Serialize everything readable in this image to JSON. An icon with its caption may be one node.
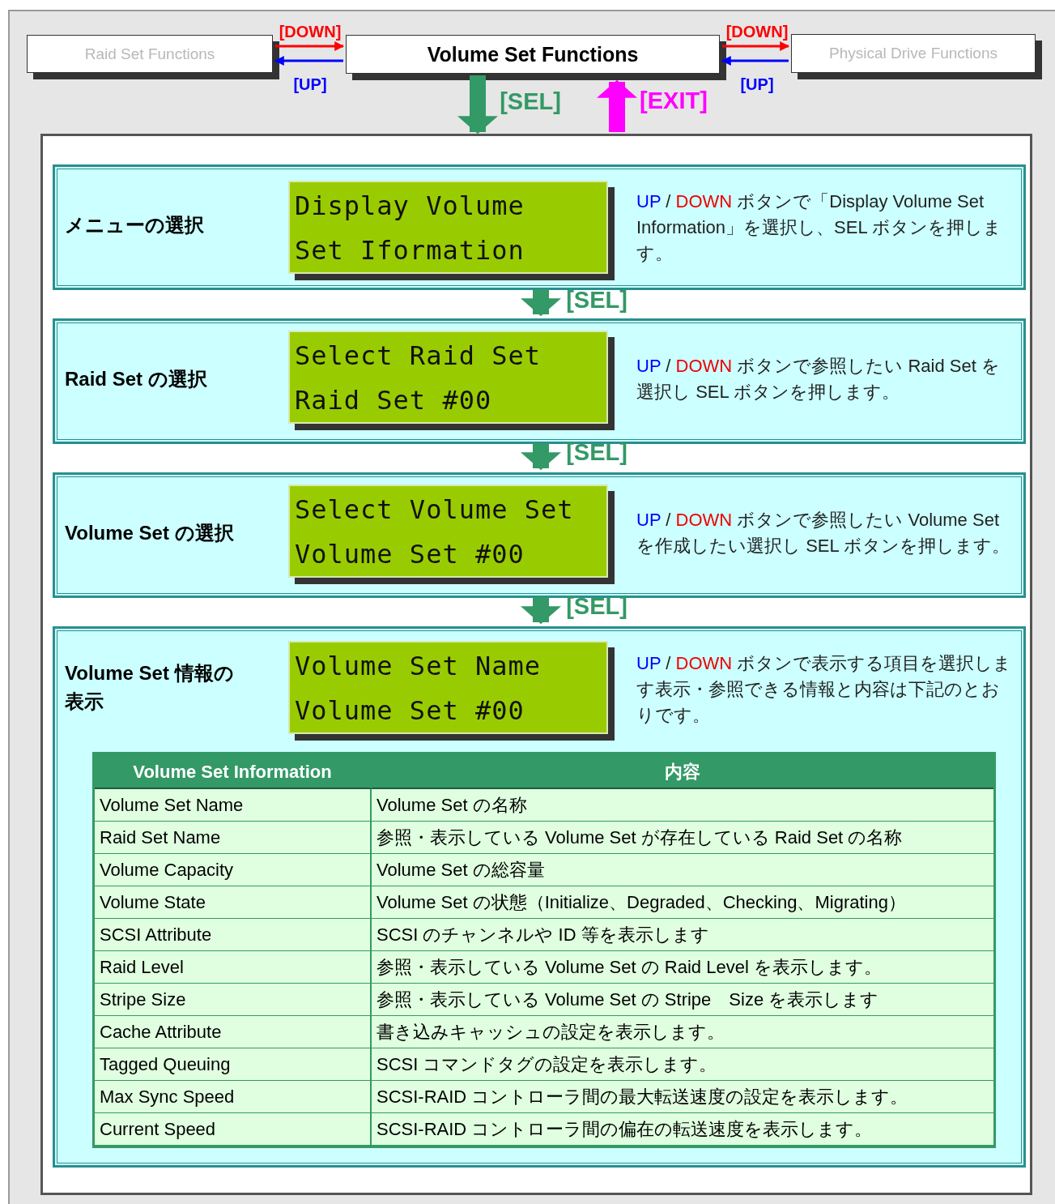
{
  "diagram": {
    "nodes": [
      {
        "text": [
          "Raid Set Functions"
        ]
      },
      {
        "text": [
          "Volume Set Functions"
        ]
      },
      {
        "text": [
          "Physical Drive Functions"
        ]
      },
      {
        "text": [],
        "shape": "box"
      },
      {
        "text": [
          "メニューの選択",
          "UP / DOWN ボタンで「Display Volume Set Information」を選択し、SEL ボタンを押します。"
        ],
        "in": 3
      },
      {
        "text": [
          "Display Volume",
          "Set Iformation"
        ],
        "in": 4
      },
      {
        "text": [
          "Raid Set の選択",
          "UP / DOWN ボタンで参照したい Raid Set を選択し SEL ボタンを押します。"
        ],
        "in": 3
      },
      {
        "text": [
          "Select Raid Set",
          "Raid Set #00"
        ],
        "in": 6
      },
      {
        "text": [
          "Volume Set の選択",
          "UP / DOWN ボタンで参照したい Volume Set を作成したい選択し SEL ボタンを押します。"
        ],
        "in": 3
      },
      {
        "text": [
          "Select Volume Set",
          "Volume Set #00"
        ],
        "in": 8
      },
      {
        "text": [
          "Volume Set 情報の表示",
          "UP / DOWN ボタンで表示する項目を選択します表示・参照できる情報と内容は下記のとおりです。"
        ],
        "in": 3
      },
      {
        "text": [
          "Volume Set Name",
          "Volume Set #00"
        ],
        "in": 10
      }
    ],
    "edges": [
      {
        "from": 0,
        "to": 1,
        "arrow": "to",
        "label": "[DOWN]",
        "color": "#ff0000"
      },
      {
        "from": 1,
        "to": 0,
        "arrow": "to",
        "label": "[UP]",
        "color": "#0000ff"
      },
      {
        "from": 1,
        "to": 2,
        "arrow": "to",
        "label": "[DOWN]",
        "color": "#ff0000"
      },
      {
        "from": 2,
        "to": 1,
        "arrow": "to",
        "label": "[UP]",
        "color": "#0000ff"
      },
      {
        "from": 1,
        "to": 3,
        "arrow": "to",
        "label": "[SEL]",
        "color": "#339966"
      },
      {
        "from": 3,
        "to": 1,
        "arrow": "to",
        "label": "[EXIT]",
        "color": "#ff00ff"
      },
      {
        "from": 4,
        "to": 6,
        "arrow": "to",
        "label": "[SEL]",
        "color": "#339966"
      },
      {
        "from": 6,
        "to": 8,
        "arrow": "to",
        "label": "[SEL]",
        "color": "#339966"
      },
      {
        "from": 8,
        "to": 10,
        "arrow": "to",
        "label": "[SEL]",
        "color": "#339966"
      }
    ],
    "labels": [
      "Volume Set Information",
      "内容",
      "Volume Set Name",
      "Volume Set の名称",
      "Raid Set Name",
      "参照・表示している Volume Set が存在している Raid Set の名称",
      "Volume Capacity",
      "Volume Set の総容量",
      "Volume State",
      "Volume Set の状態（Initialize、Degraded、Checking、Migrating）",
      "SCSI Attribute",
      "SCSI のチャンネルや ID 等を表示します",
      "Raid Level",
      "参照・表示している Volume Set の Raid Level を表示します。",
      "Stripe Size",
      "参照・表示している Volume Set の Stripe　Size を表示します",
      "Cache Attribute",
      "書き込みキャッシュの設定を表示します。",
      "Tagged Queuing",
      "SCSI コマンドタグの設定を表示します。",
      "Max Sync Speed",
      "SCSI-RAID コントローラ間の最大転送速度の設定を表示します。",
      "Current Speed",
      "SCSI-RAID コントローラ間の偏在の転送速度を表示します。"
    ]
  }
}
